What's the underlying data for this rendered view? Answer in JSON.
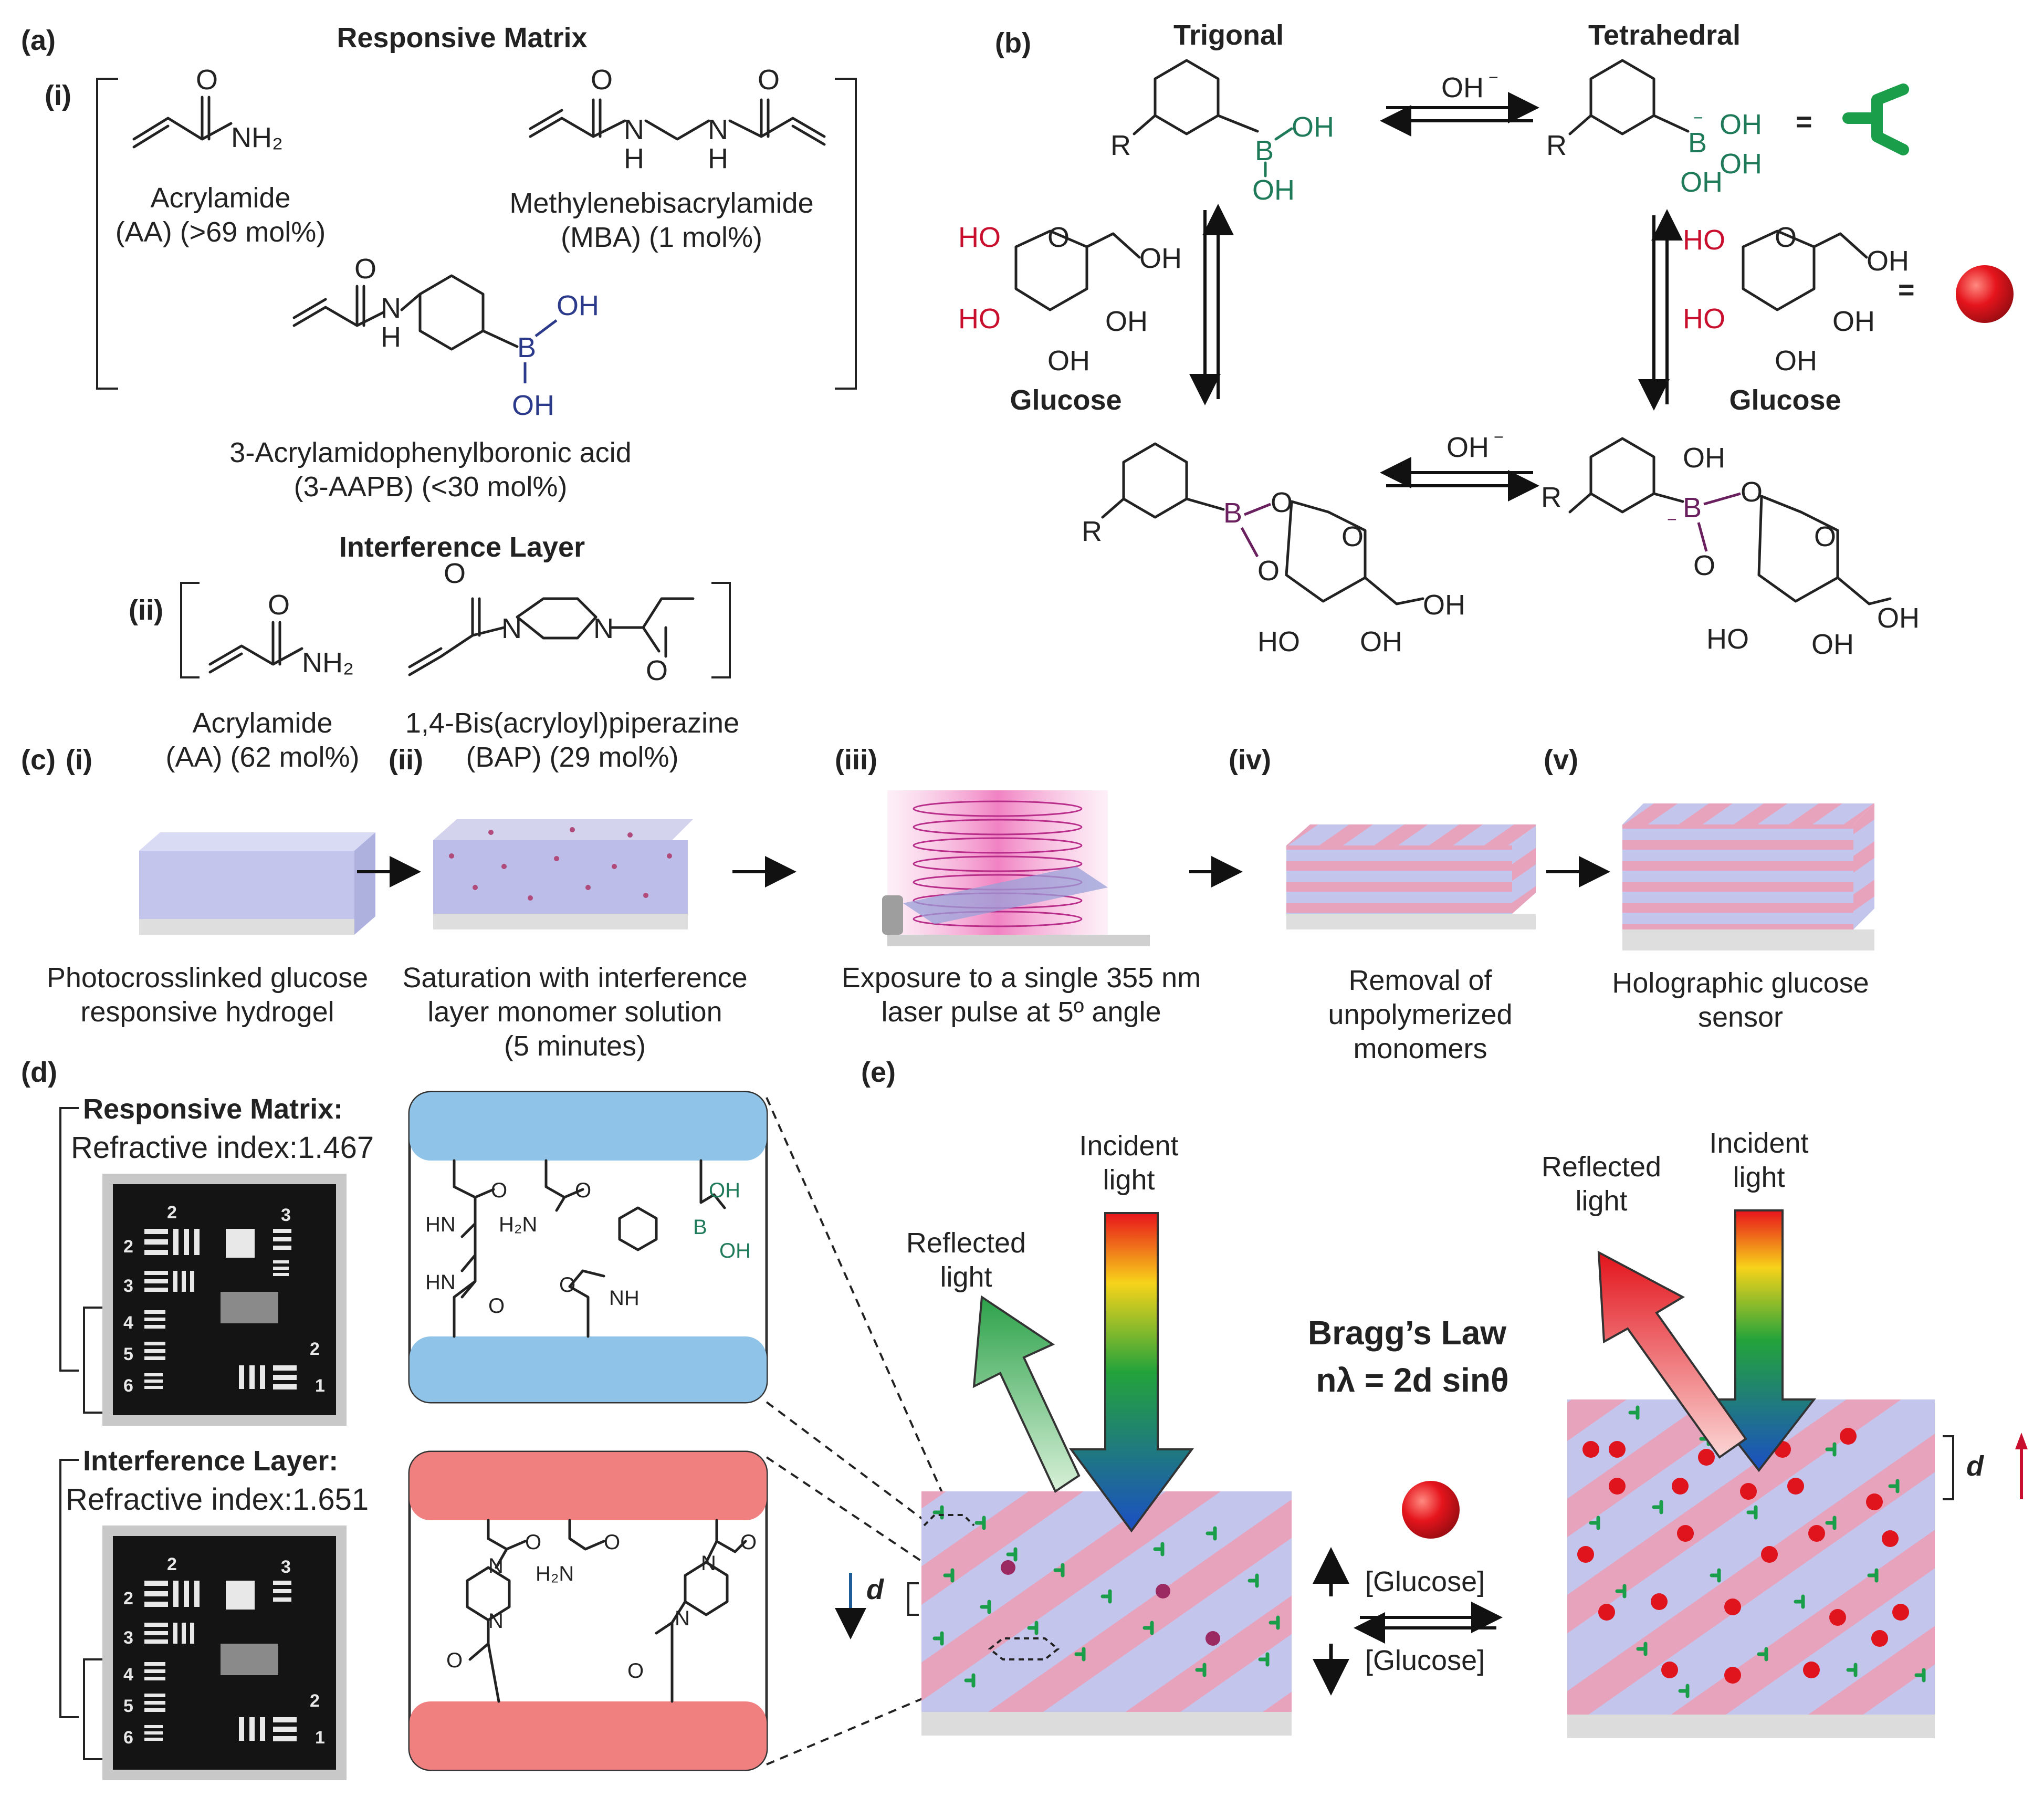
{
  "panel_a": {
    "label": "(a)",
    "title_matrix": "Responsive Matrix",
    "sub_i": "(i)",
    "acrylamide_name": "Acrylamide",
    "acrylamide_amount": "(AA) (>69 mol%)",
    "mba_name": "Methylenebisacrylamide",
    "mba_amount": "(MBA) (1 mol%)",
    "aapb_name": "3-Acrylamidophenylboronic acid",
    "aapb_amount": "(3-AAPB) (<30 mol%)",
    "title_interference": "Interference Layer",
    "sub_ii": "(ii)",
    "acrylamide2_name": "Acrylamide",
    "acrylamide2_amount": "(AA) (62 mol%)",
    "bap_name": "1,4-Bis(acryloyl)piperazine",
    "bap_amount": "(BAP) (29 mol%)"
  },
  "panel_b": {
    "label": "(b)",
    "trigonal": "Trigonal",
    "tetrahedral": "Tetrahedral",
    "oh_minus": "OH",
    "glucose": "Glucose",
    "r_group": "R",
    "equals": "="
  },
  "panel_c": {
    "label": "(c)",
    "steps": [
      {
        "num": "(i)",
        "caption": [
          "Photocrosslinked glucose",
          "responsive hydrogel"
        ]
      },
      {
        "num": "(ii)",
        "caption": [
          "Saturation with interference",
          "layer monomer solution",
          "(5 minutes)"
        ]
      },
      {
        "num": "(iii)",
        "caption": [
          "Exposure to a single 355 nm",
          "laser pulse at 5º angle"
        ]
      },
      {
        "num": "(iv)",
        "caption": [
          "Removal of",
          "unpolymerized",
          "monomers"
        ]
      },
      {
        "num": "(v)",
        "caption": [
          "Holographic glucose",
          "sensor"
        ]
      }
    ]
  },
  "panel_d": {
    "label": "(d)",
    "matrix_title": "Responsive Matrix:",
    "matrix_ri": "Refractive index:1.467",
    "layer_title": "Interference Layer:",
    "layer_ri": "Refractive index:1.651"
  },
  "panel_e": {
    "label": "(e)",
    "incident": [
      "Incident",
      "light"
    ],
    "reflected": [
      "Reflected",
      "light"
    ],
    "bragg_title": "Bragg’s Law",
    "bragg_eq": "nλ = 2d sinθ",
    "glucose_up": "[Glucose]",
    "glucose_down": "[Glucose]",
    "d_symbol": "d"
  },
  "colors": {
    "boron_green": "#1f7a5a",
    "hydroxyl_red": "#c8102e",
    "boron_blue": "#2b3a8a",
    "ester_purple": "#6a1f5e",
    "matrix_blue": "#8fc4e8",
    "layer_red": "#f08080",
    "hydrogel": "#c3c5ec",
    "fringe": "#e7a2bc"
  }
}
